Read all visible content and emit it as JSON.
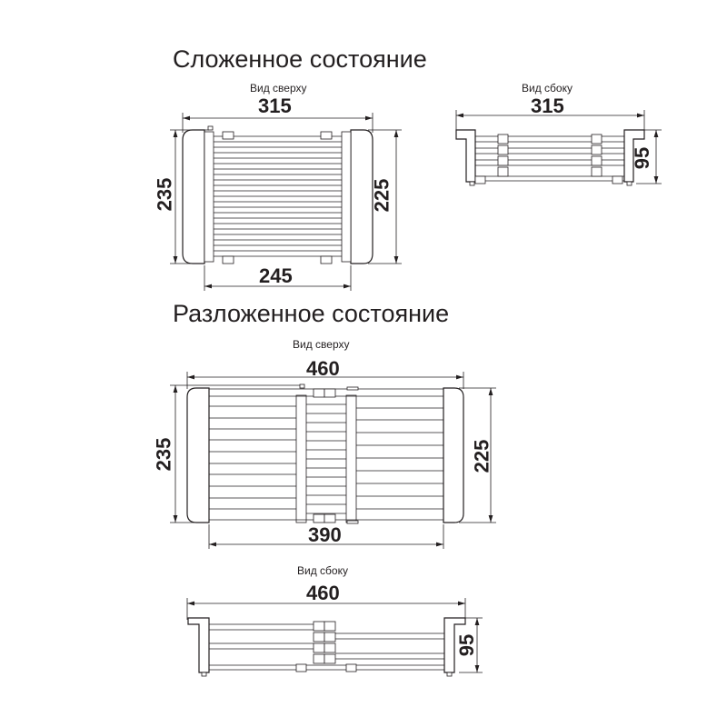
{
  "folded": {
    "title": "Сложенное состояние",
    "top_view": {
      "label": "Вид сверху",
      "width_overall": "315",
      "height_overall": "235",
      "height_inner": "225",
      "width_inner": "245"
    },
    "side_view": {
      "label": "Вид сбоку",
      "width_overall": "315",
      "height": "95"
    }
  },
  "unfolded": {
    "title": "Разложенное состояние",
    "top_view": {
      "label": "Вид сверху",
      "width_overall": "460",
      "height_overall": "235",
      "height_inner": "225",
      "width_inner": "390"
    },
    "side_view": {
      "label": "Вид сбоку",
      "width_overall": "460",
      "height": "95"
    }
  },
  "colors": {
    "line": "#231f20",
    "background": "#ffffff"
  }
}
